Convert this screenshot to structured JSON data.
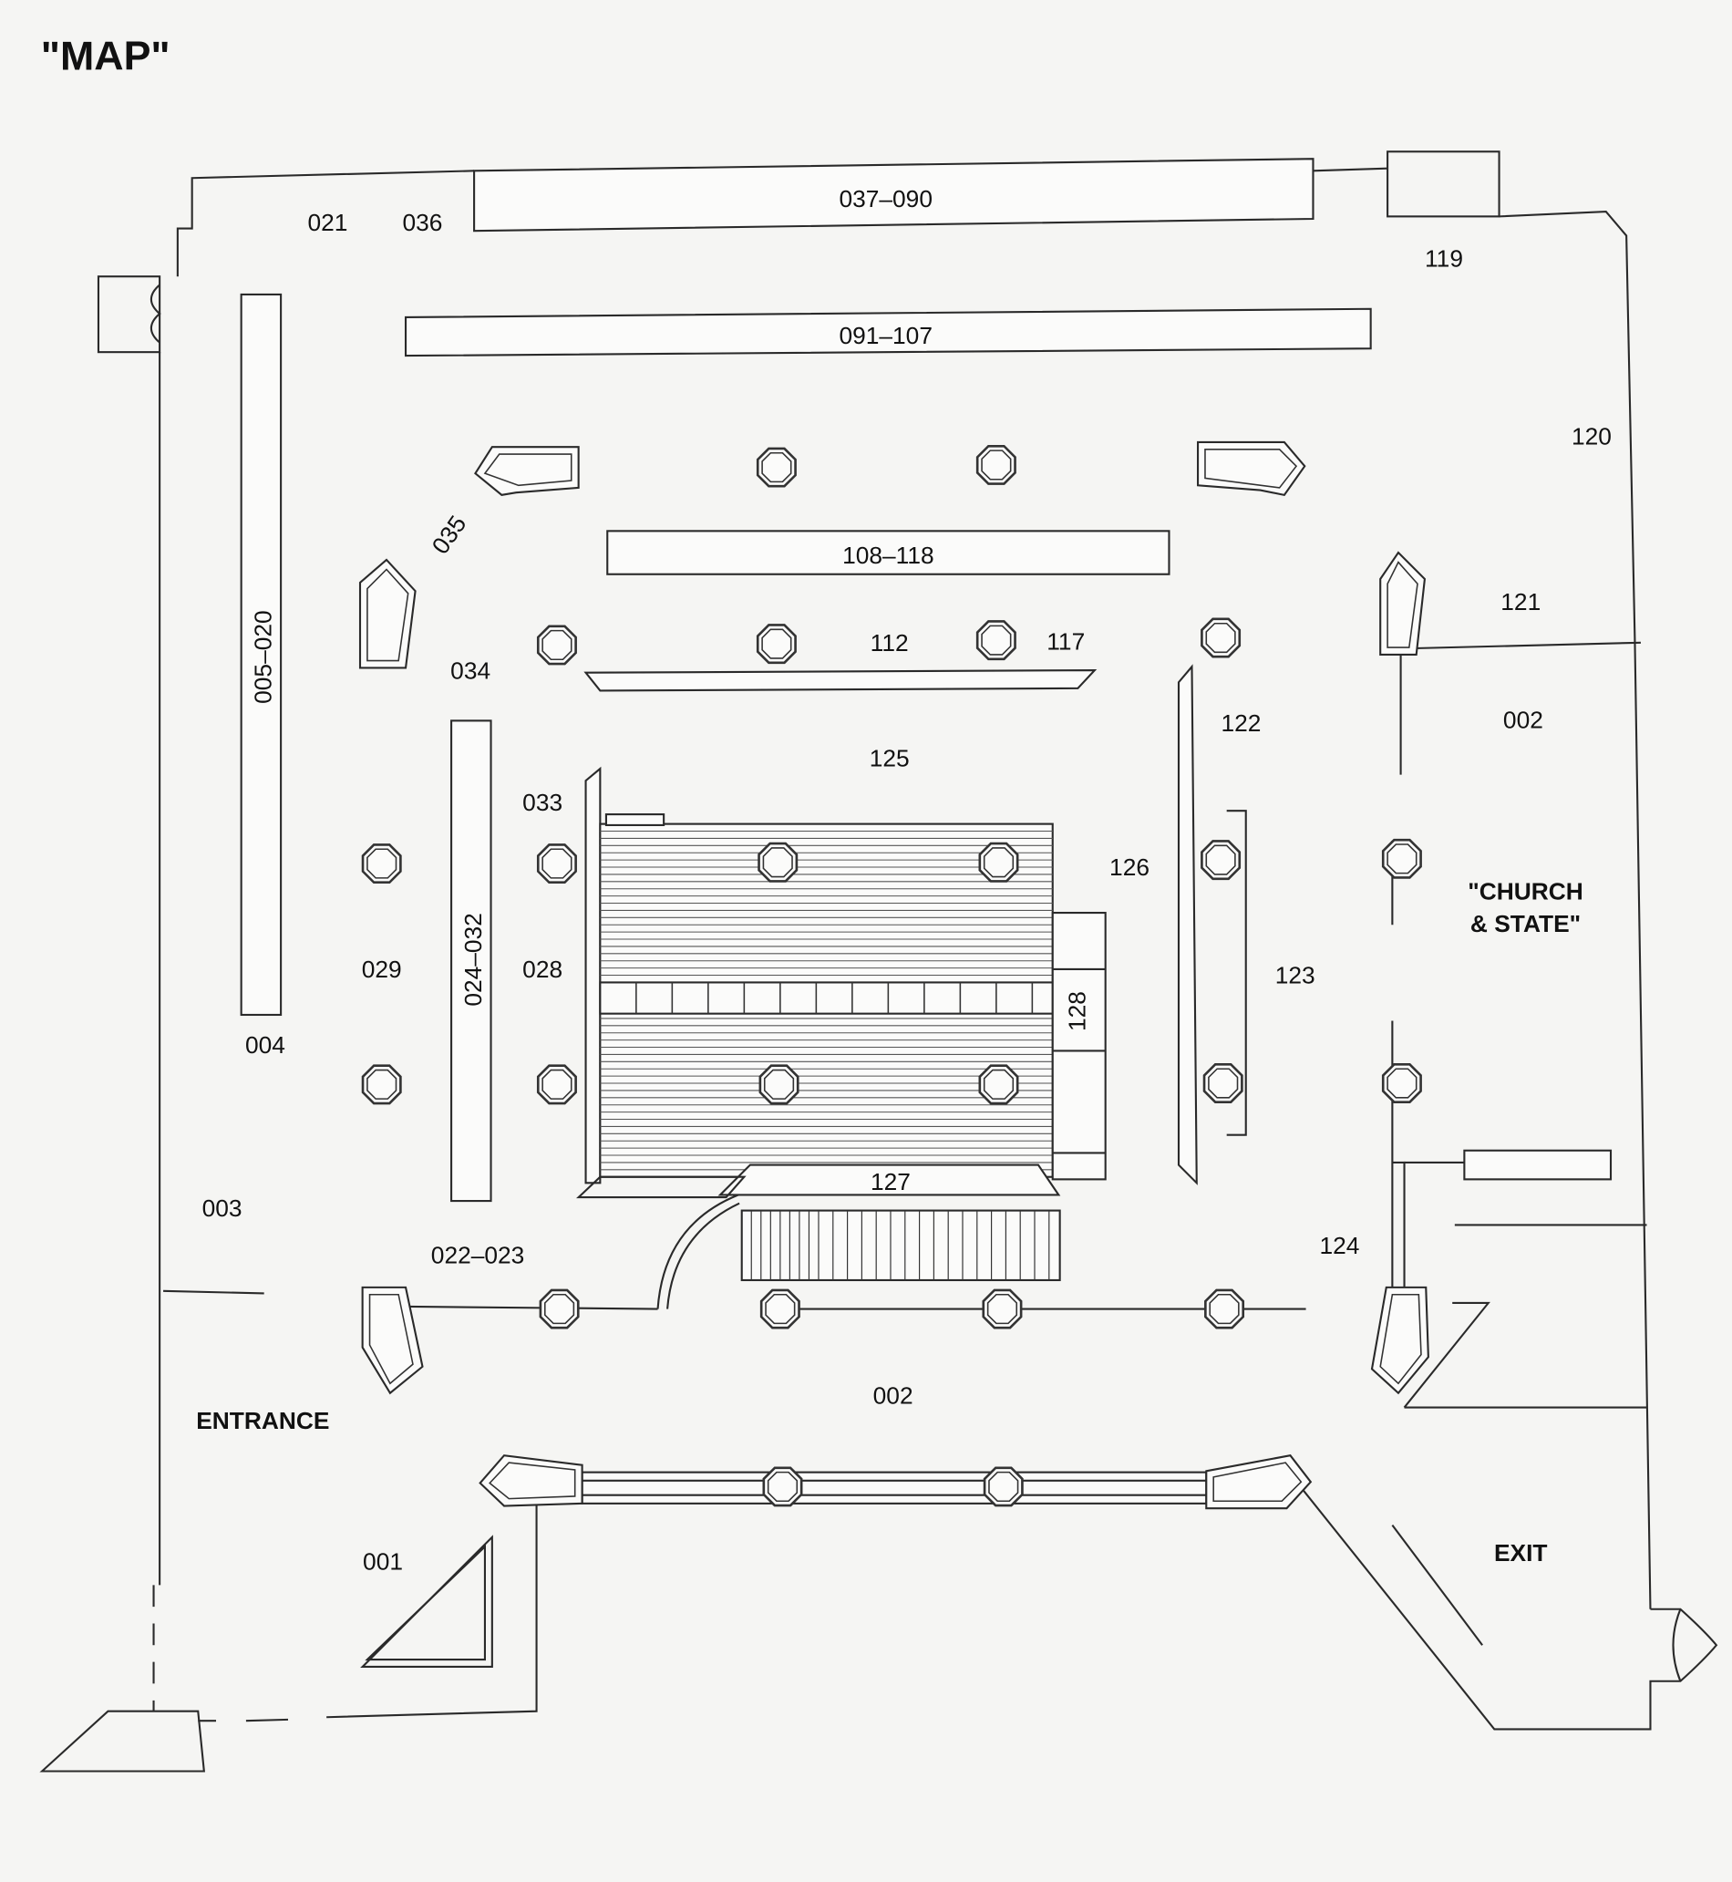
{
  "title": "\"MAP\"",
  "areas": {
    "b021": "021",
    "b036": "036",
    "b037_090": "037–090",
    "b119": "119",
    "b091_107": "091–107",
    "b120": "120",
    "b035": "035",
    "b108_118": "108–118",
    "b005_020": "005–020",
    "b121": "121",
    "b112": "112",
    "b117": "117",
    "b034": "034",
    "b122": "122",
    "b002_right": "002",
    "b125": "125",
    "b033": "033",
    "b126": "126",
    "church_line1": "\"CHURCH",
    "church_line2": "& STATE\"",
    "b029": "029",
    "b024_032": "024–032",
    "b028": "028",
    "b123": "123",
    "b128": "128",
    "b004": "004",
    "b127": "127",
    "b003": "003",
    "b124": "124",
    "b022_023": "022–023",
    "b002_main": "002",
    "entrance": "ENTRANCE",
    "b001": "001",
    "exit": "EXIT"
  }
}
